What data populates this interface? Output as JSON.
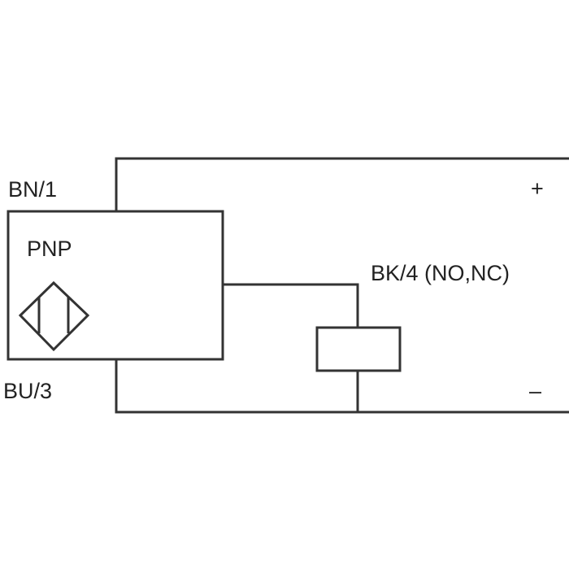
{
  "diagram": {
    "labels": {
      "brown_wire": "BN/1",
      "blue_wire": "BU/3",
      "sensor_type": "PNP",
      "output_wire": "BK/4 (NO,NC)",
      "positive": "+",
      "negative": "–"
    },
    "colors": {
      "line": "#333333",
      "text": "#222222",
      "background": "#ffffff"
    },
    "icons": [
      "inductive-sensor-symbol-icon"
    ]
  }
}
